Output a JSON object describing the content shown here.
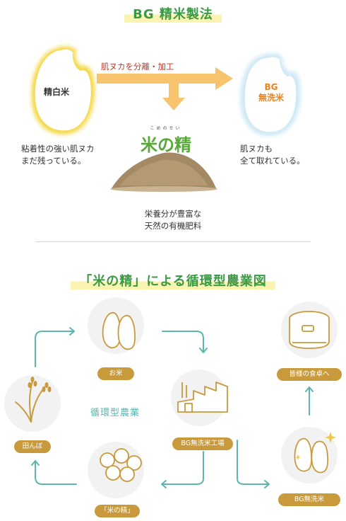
{
  "process_section": {
    "title": "BG 精米製法",
    "seimai_label": "精白米",
    "arrow_label": "肌ヌカを分離・加工",
    "bg_label_line1": "BG",
    "bg_label_line2": "無洗米",
    "left_caption_line1": "粘着性の強い肌ヌカ",
    "left_caption_line2": "まだ残っている。",
    "right_caption_line1": "肌ヌカも",
    "right_caption_line2": "全て取れている。",
    "logo_text": "米の精",
    "logo_sub": "こめのせい",
    "bottom_caption_line1": "栄養分が豊富な",
    "bottom_caption_line2": "天然の有機肥料",
    "colors": {
      "accent_green": "#3a9a44",
      "arrow": "#f7c46d",
      "bg_orange": "#e8821e",
      "grain_yellow": "#f2d54a"
    }
  },
  "cycle_section": {
    "title": "「米の精」による循環型農業図",
    "center_label": "循環型農業",
    "nodes": {
      "rice": {
        "label": "お米",
        "icon": "rice-grains-icon"
      },
      "factory": {
        "label": "BG無洗米工場",
        "icon": "factory-icon"
      },
      "table": {
        "label": "皆様の食卓へ",
        "icon": "rice-cooker-icon"
      },
      "bg_rice": {
        "label": "BG無洗米",
        "icon": "sparkling-rice-icon"
      },
      "komenosei": {
        "label": "「米の精」",
        "icon": "fertilizer-balls-icon"
      },
      "paddy": {
        "label": "田んぼ",
        "icon": "rice-plant-icon"
      }
    },
    "colors": {
      "pill": "#c99a3c",
      "cycle_arrow": "#5cb5ae",
      "circle": "#f2f2f2"
    }
  }
}
